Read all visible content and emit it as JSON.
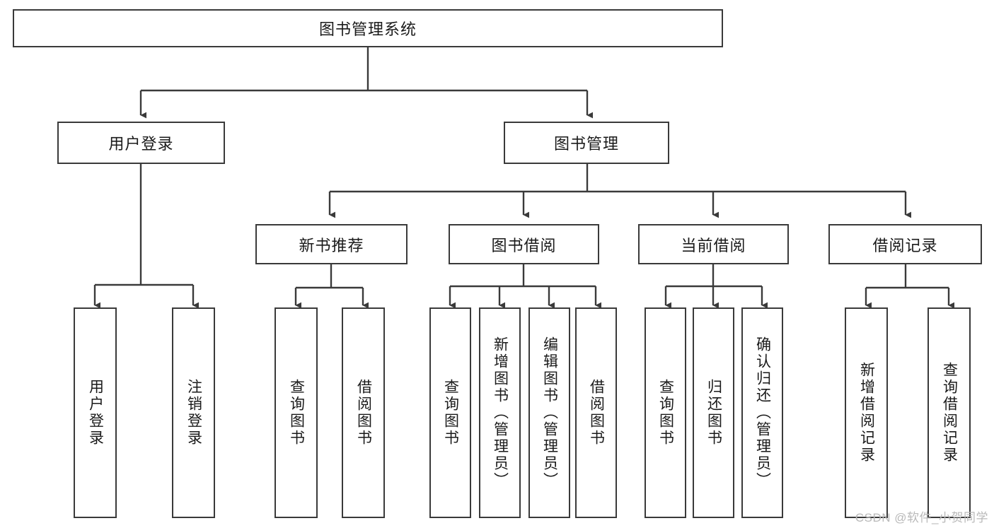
{
  "diagram": {
    "title_box": {
      "label": "图书管理系统"
    },
    "level2": [
      {
        "id": "user-login",
        "label": "用户登录"
      },
      {
        "id": "book-manage",
        "label": "图书管理"
      }
    ],
    "level3": [
      {
        "id": "new-book-recommend",
        "label": "新书推荐"
      },
      {
        "id": "book-borrow",
        "label": "图书借阅"
      },
      {
        "id": "current-borrow",
        "label": "当前借阅"
      },
      {
        "id": "borrow-record",
        "label": "借阅记录"
      }
    ],
    "leaves": [
      {
        "id": "leaf-user-login",
        "label": "用户登录"
      },
      {
        "id": "leaf-logout-login",
        "label": "注销登录"
      },
      {
        "id": "leaf-query-book-1",
        "label": "查询图书"
      },
      {
        "id": "leaf-borrow-book-1",
        "label": "借阅图书"
      },
      {
        "id": "leaf-query-book-2",
        "label": "查询图书"
      },
      {
        "id": "leaf-add-book",
        "label": "新增图书（管理员）"
      },
      {
        "id": "leaf-edit-book",
        "label": "编辑图书（管理员）"
      },
      {
        "id": "leaf-borrow-book-2",
        "label": "借阅图书"
      },
      {
        "id": "leaf-query-book-3",
        "label": "查询图书"
      },
      {
        "id": "leaf-return-book",
        "label": "归还图书"
      },
      {
        "id": "leaf-confirm-return",
        "label": "确认归还（管理员）"
      },
      {
        "id": "leaf-add-borrow-record",
        "label": "新增借阅记录"
      },
      {
        "id": "leaf-query-borrow-record",
        "label": "查询借阅记录"
      }
    ],
    "watermark": "CSDN @软件_小贺同学",
    "colors": {
      "border": "#3a3a3a",
      "text": "#1a1a1a",
      "background": "#ffffff",
      "watermark": "#b9b9b9"
    }
  }
}
